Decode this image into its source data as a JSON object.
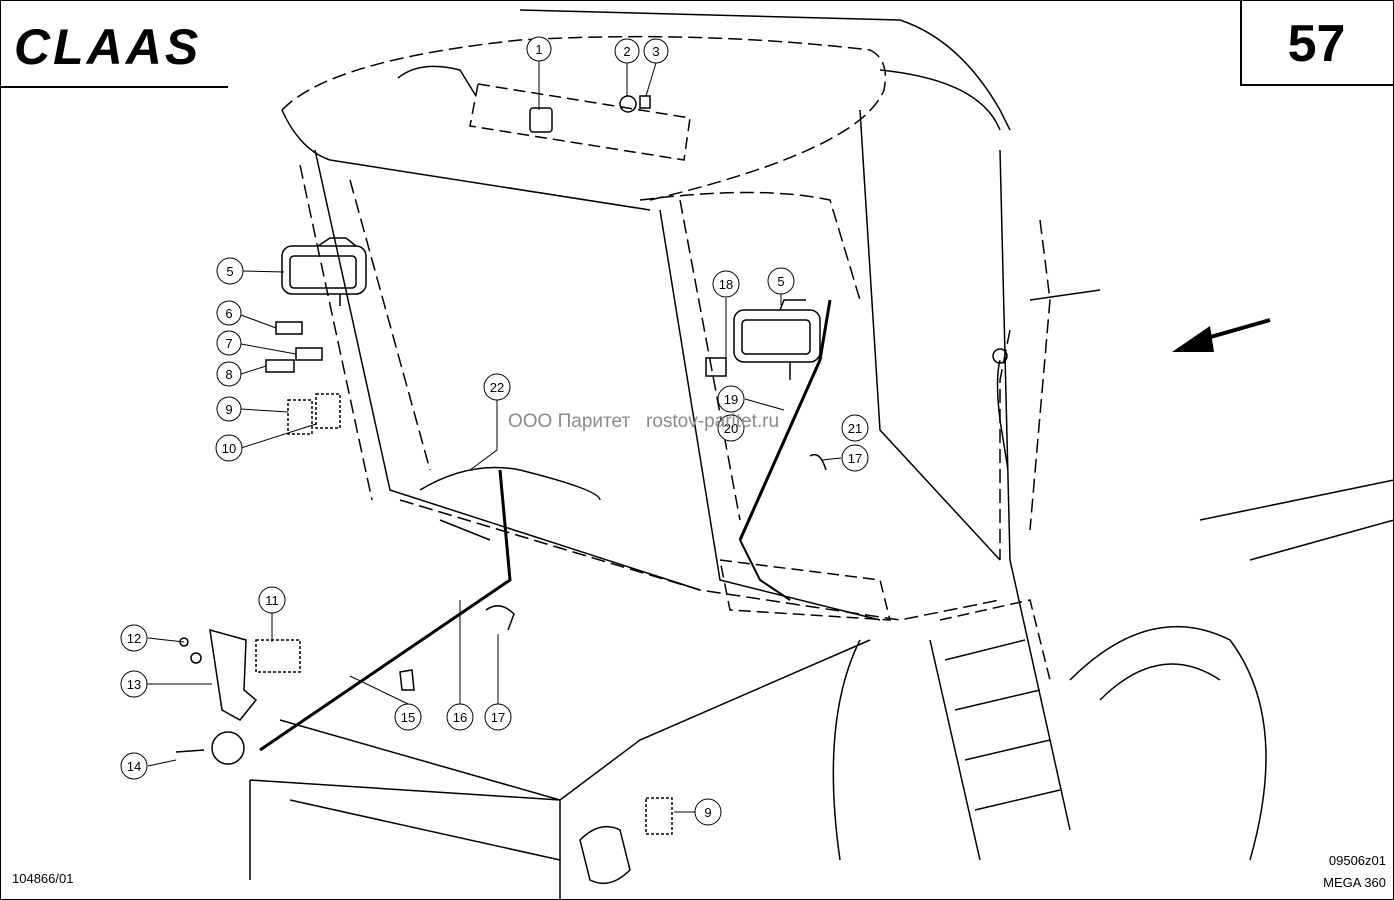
{
  "brand": {
    "logo_text": "CLAAS"
  },
  "page": {
    "number": "57"
  },
  "footer": {
    "drawing_id": "104866/01",
    "revision": "09506z01",
    "model": "MEGA 360"
  },
  "watermark": {
    "company": "ООО Паритет",
    "site": "rostov-paritet.ru"
  },
  "callouts": [
    {
      "label": "1"
    },
    {
      "label": "2"
    },
    {
      "label": "3"
    },
    {
      "label": "5"
    },
    {
      "label": "5"
    },
    {
      "label": "6"
    },
    {
      "label": "7"
    },
    {
      "label": "8"
    },
    {
      "label": "9"
    },
    {
      "label": "9"
    },
    {
      "label": "10"
    },
    {
      "label": "11"
    },
    {
      "label": "12"
    },
    {
      "label": "13"
    },
    {
      "label": "14"
    },
    {
      "label": "15"
    },
    {
      "label": "16"
    },
    {
      "label": "17"
    },
    {
      "label": "17"
    },
    {
      "label": "18"
    },
    {
      "label": "19"
    },
    {
      "label": "20"
    },
    {
      "label": "21"
    },
    {
      "label": "22"
    }
  ],
  "icons": {
    "direction": "arrow-down-left-icon"
  }
}
